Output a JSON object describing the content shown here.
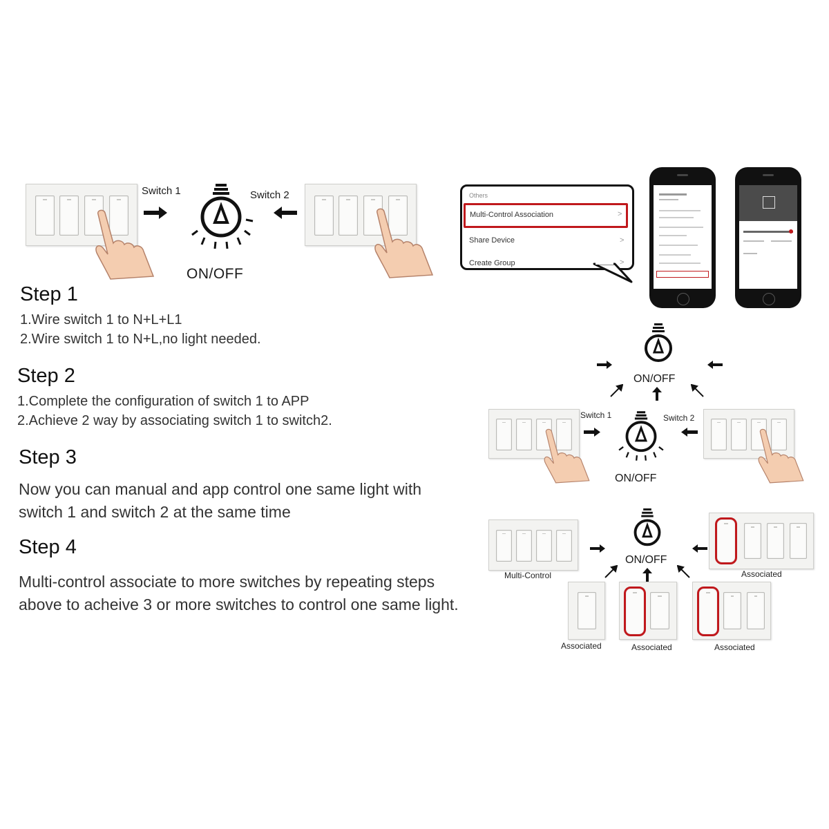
{
  "top": {
    "switch1_label": "Switch 1",
    "switch2_label": "Switch 2",
    "onoff": "ON/OFF"
  },
  "app_menu": {
    "header": "Others",
    "items": [
      "Multi-Control Association",
      "Share Device",
      "Create Group"
    ],
    "chevron": ">"
  },
  "steps": [
    {
      "title": "Step 1",
      "lines": [
        "1.Wire switch 1 to N+L+L1",
        "2.Wire switch 1 to N+L,no light needed."
      ]
    },
    {
      "title": "Step 2",
      "lines": [
        "1.Complete the configuration of switch 1 to APP",
        "2.Achieve 2 way by associating switch 1 to switch2."
      ]
    },
    {
      "title": "Step 3",
      "text": "Now you can manual and app control one same light with switch 1 and switch 2 at the same time"
    },
    {
      "title": "Step 4",
      "text": "Multi-control associate to more switches by repeating steps above to acheive 3 or more switches to control one same light."
    }
  ],
  "mid_diagram": {
    "onoff_top": "ON/OFF",
    "switch1_label": "Switch 1",
    "switch2_label": "Switch 2",
    "onoff": "ON/OFF"
  },
  "bottom_diagram": {
    "onoff": "ON/OFF",
    "multi_control": "Multi-Control",
    "associated": "Associated"
  },
  "colors": {
    "highlight": "#c0181c",
    "ink": "#111111"
  },
  "icons": [
    "light-bulb-icon",
    "pointing-hand-icon",
    "arrow-icon"
  ]
}
